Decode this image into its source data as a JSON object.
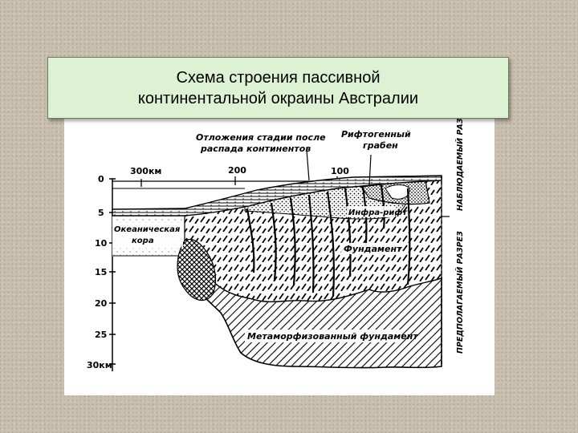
{
  "title": {
    "line1": "Схема строения пассивной",
    "line2": "континентальной окраины Австралии"
  },
  "diagram": {
    "labels": {
      "post_breakup_deposits_line1": "Отложения стадии после",
      "post_breakup_deposits_line2": "распада континентов",
      "rift_graben_line1": "Рифтогенный",
      "rift_graben_line2": "грабен",
      "oceanic_crust_line1": "Океаническая",
      "oceanic_crust_line2": "кора",
      "infra_rift": "Инфра-рифт",
      "basement": "Фундамент",
      "metamorphosed_basement": "Метаморфизованный фундамент",
      "observed_section": "НАБЛЮДАЕМЫЙ РАЗРЕЗ",
      "assumed_section": "ПРЕДПОЛАГАЕМЫЙ РАЗРЕЗ"
    },
    "horizontal_axis_ticks": [
      "300км",
      "200",
      "100"
    ],
    "depth_axis_ticks": [
      "0",
      "5",
      "10",
      "15",
      "20",
      "25",
      "30км"
    ]
  }
}
